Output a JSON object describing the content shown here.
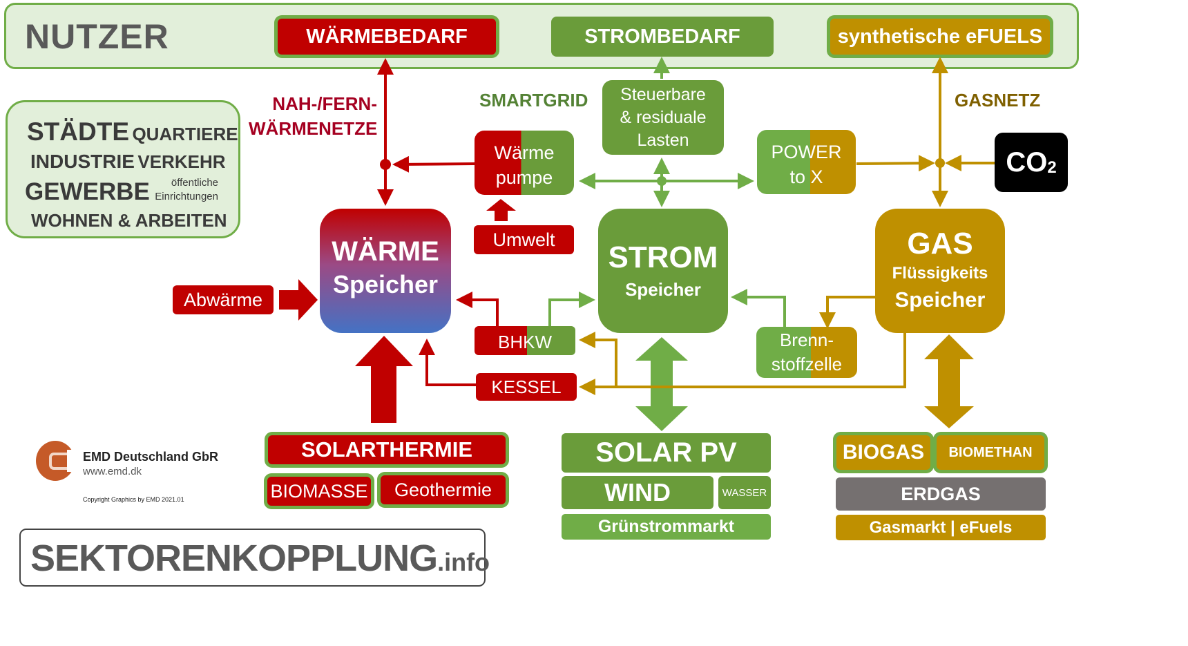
{
  "header": {
    "title": "NUTZER",
    "demand": {
      "heat": "WÄRMEBEDARF",
      "power": "STROMBEDARF",
      "fuels": "synthetische eFUELS"
    }
  },
  "users_box": {
    "line1_big": "STÄDTE",
    "line1_small": "QUARTIERE",
    "line2_big": "INDUSTRIE",
    "line2_small": "VERKEHR",
    "line3_big": "GEWERBE",
    "line3_small_a": "öffentliche",
    "line3_small_b": "Einrichtungen",
    "line4": "WOHNEN & ARBEITEN"
  },
  "networks": {
    "heat_line1": "NAH-/FERN-",
    "heat_line2": "WÄRMENETZE",
    "smartgrid": "SMARTGRID",
    "gasnetz": "GASNETZ"
  },
  "nodes": {
    "waermepumpe_1": "Wärme",
    "waermepumpe_2": "pumpe",
    "umwelt": "Umwelt",
    "steuerbare_1": "Steuerbare",
    "steuerbare_2": "& residuale",
    "steuerbare_3": "Lasten",
    "ptx_1": "POWER",
    "ptx_2": "to X",
    "co2_main": "CO",
    "co2_sub": "2",
    "abwaerme": "Abwärme",
    "bhkw": "BHKW",
    "kessel": "KESSEL",
    "brennstoff_1": "Brenn-",
    "brennstoff_2": "stoffzelle"
  },
  "storage": {
    "heat_title": "WÄRME",
    "heat_sub": "Speicher",
    "power_title": "STROM",
    "power_sub": "Speicher",
    "gas_title": "GAS",
    "gas_sub1": "Flüssigkeits",
    "gas_sub2": "Speicher"
  },
  "sources": {
    "heat": [
      "SOLARTHERMIE",
      "BIOMASSE",
      "Geothermie"
    ],
    "power": [
      "SOLAR PV",
      "WIND",
      "WASSER",
      "Grünstrommarkt"
    ],
    "gas": [
      "BIOGAS",
      "BIOMETHAN",
      "ERDGAS",
      "Gasmarkt | eFuels"
    ]
  },
  "branding": {
    "company": "EMD Deutschland GbR",
    "url": "www.emd.dk",
    "copyright": "Copyright Graphics by EMD 2021.01",
    "site_main": "SEKTORENKOPPLUNG",
    "site_tld": ".info"
  },
  "colors": {
    "heat": "#c00000",
    "power": "#6a9c3a",
    "power_light": "#70ad47",
    "gas": "#bf9000",
    "erdgas": "#757070",
    "panel_bg": "#e2efda"
  }
}
